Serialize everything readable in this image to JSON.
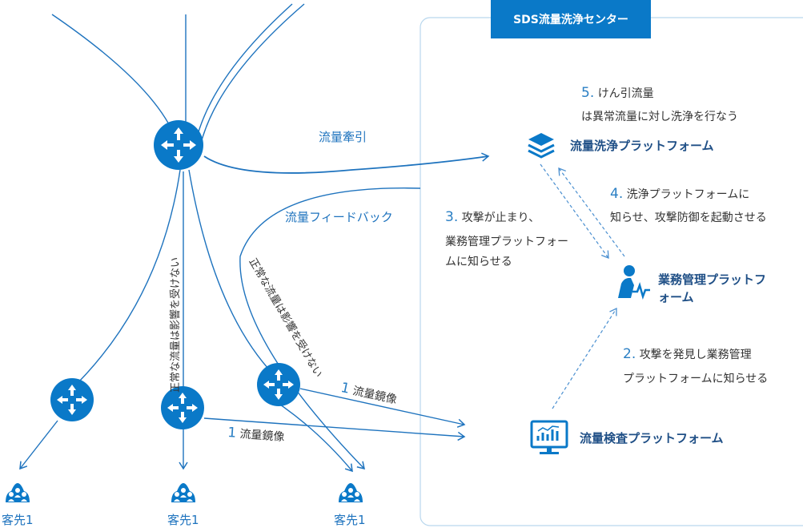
{
  "center": {
    "title": "SDS流量洗浄センター"
  },
  "labels": {
    "traction": "流量牽引",
    "feedback": "流量フィードバック",
    "vertical_left": "正常な流量は影響を受けない",
    "diagonal": "正常な流量は影響を受けない",
    "mirror_num": "1",
    "mirror_text": "流量鏡像"
  },
  "customers": [
    "客先1",
    "客先1",
    "客先1"
  ],
  "platforms": {
    "scrub": "流量洗浄プラットフォーム",
    "manage_1": "業務管理プラットフ",
    "manage_2": "ォーム",
    "detect": "流量検査プラットフォーム"
  },
  "steps": {
    "s5_num": "5.",
    "s5_line1": "けん引流量",
    "s5_line2": "は異常流量に対し洗浄を行なう",
    "s4_num": "4.",
    "s4_line1": "洗浄プラットフォームに",
    "s4_line2": "知らせ、攻撃防御を起動させる",
    "s3_num": "3.",
    "s3_line1": "攻撃が止まり、",
    "s3_line2": "業務管理プラットフォー",
    "s3_line3": "ムに知らせる",
    "s2_num": "2.",
    "s2_line1": "攻撃を発見し業務管理",
    "s2_line2": "プラットフォームに知らせる"
  },
  "colors": {
    "accent": "#0a79c8",
    "line": "#1e73be",
    "panel_border": "#b9d7ee"
  }
}
